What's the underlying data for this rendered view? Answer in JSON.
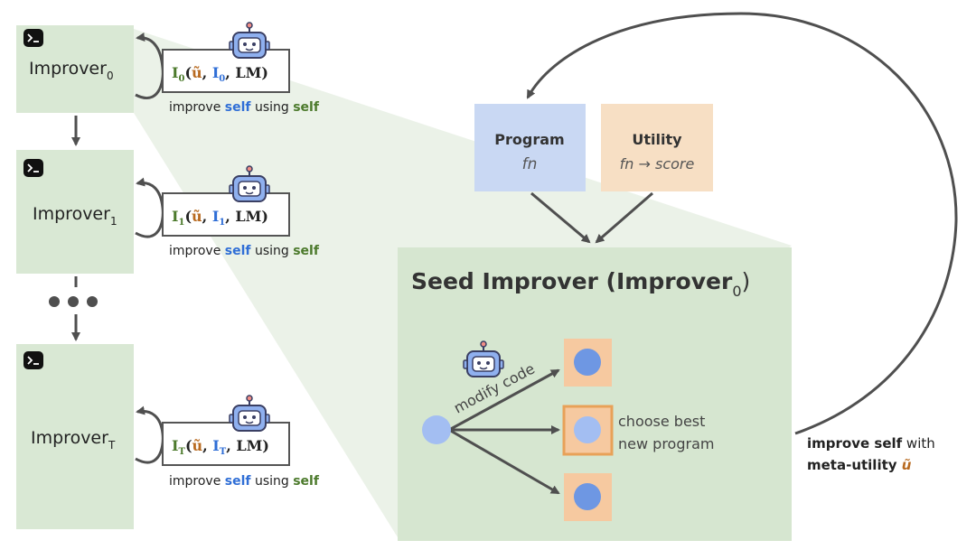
{
  "colors": {
    "green_box": "#d9e8d4",
    "zoom_fill": "#e8f0e4",
    "program_fill": "#c9d8f3",
    "utility_fill": "#f7dfc4",
    "seed_fill": "#d6e6d0",
    "candidate_fill": "#f6c9a0",
    "highlight_border": "#e8a158",
    "node_dark": "#6e97e3",
    "node_light": "#a3bef2",
    "arrow": "#4f4f4f",
    "green_text": "#4c7a2c",
    "blue_text": "#2f6ed6",
    "orange_text": "#b86a20",
    "terminal": "#111111"
  },
  "improvers": [
    {
      "name": "Improver",
      "sub": "0",
      "formula": {
        "I": "I",
        "sub": "0",
        "u": "ũ",
        "I2": "I",
        "sub2": "0",
        "lm": "LM"
      },
      "caption": {
        "pre": "improve ",
        "self1": "self",
        "mid": " using ",
        "self2": "self"
      }
    },
    {
      "name": "Improver",
      "sub": "1",
      "formula": {
        "I": "I",
        "sub": "1",
        "u": "ũ",
        "I2": "I",
        "sub2": "1",
        "lm": "LM"
      },
      "caption": {
        "pre": "improve ",
        "self1": "self",
        "mid": " using ",
        "self2": "self"
      }
    },
    {
      "name": "Improver",
      "sub": "T",
      "formula": {
        "I": "I",
        "sub": "T",
        "u": "ũ",
        "I2": "I",
        "sub2": "T",
        "lm": "LM"
      },
      "caption": {
        "pre": "improve ",
        "self1": "self",
        "mid": " using ",
        "self2": "self"
      }
    }
  ],
  "program": {
    "title": "Program",
    "body": "fn"
  },
  "utility": {
    "title": "Utility",
    "body": "fn → score"
  },
  "seed": {
    "title_pre": "Seed Improver (Improver",
    "title_sub": "0",
    "title_post": ")"
  },
  "modify_label": "modify code",
  "choose_label": {
    "line1": "choose best",
    "line2": "new program"
  },
  "outer_label": {
    "bold1": "improve self",
    "rest1": " with",
    "bold2": "meta-utility ",
    "u": "ũ"
  }
}
